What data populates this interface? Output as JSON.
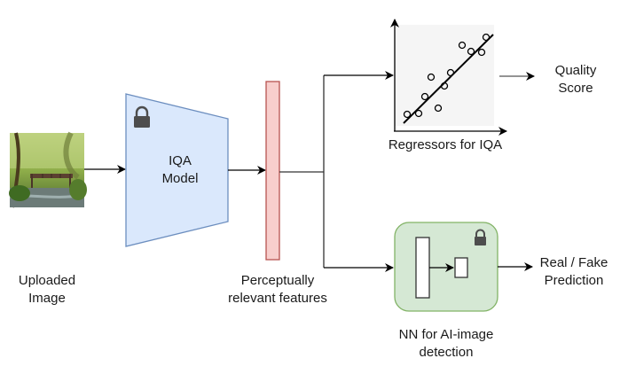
{
  "diagram": {
    "input": {
      "label_line1": "Uploaded",
      "label_line2": "Image",
      "thumbnail": "willow-trees-bridge-over-stream"
    },
    "iqa_model": {
      "label_line1": "IQA",
      "label_line2": "Model",
      "icon": "lock-icon",
      "fill": "#dae8fc",
      "stroke": "#6c8ebf"
    },
    "features": {
      "label_line1": "Perceptually",
      "label_line2": "relevant features",
      "fill": "#f8cecc",
      "stroke": "#b85450"
    },
    "regressor": {
      "label": "Regressors for IQA",
      "plot_bg": "#f5f5f5"
    },
    "quality_output": {
      "label_line1": "Quality",
      "label_line2": "Score"
    },
    "detector": {
      "label_line1": "NN for AI-image",
      "label_line2": "detection",
      "icon": "lock-icon",
      "fill": "#d5e8d4",
      "stroke": "#82b366"
    },
    "detector_output": {
      "label_line1": "Real / Fake",
      "label_line2": "Prediction"
    }
  }
}
